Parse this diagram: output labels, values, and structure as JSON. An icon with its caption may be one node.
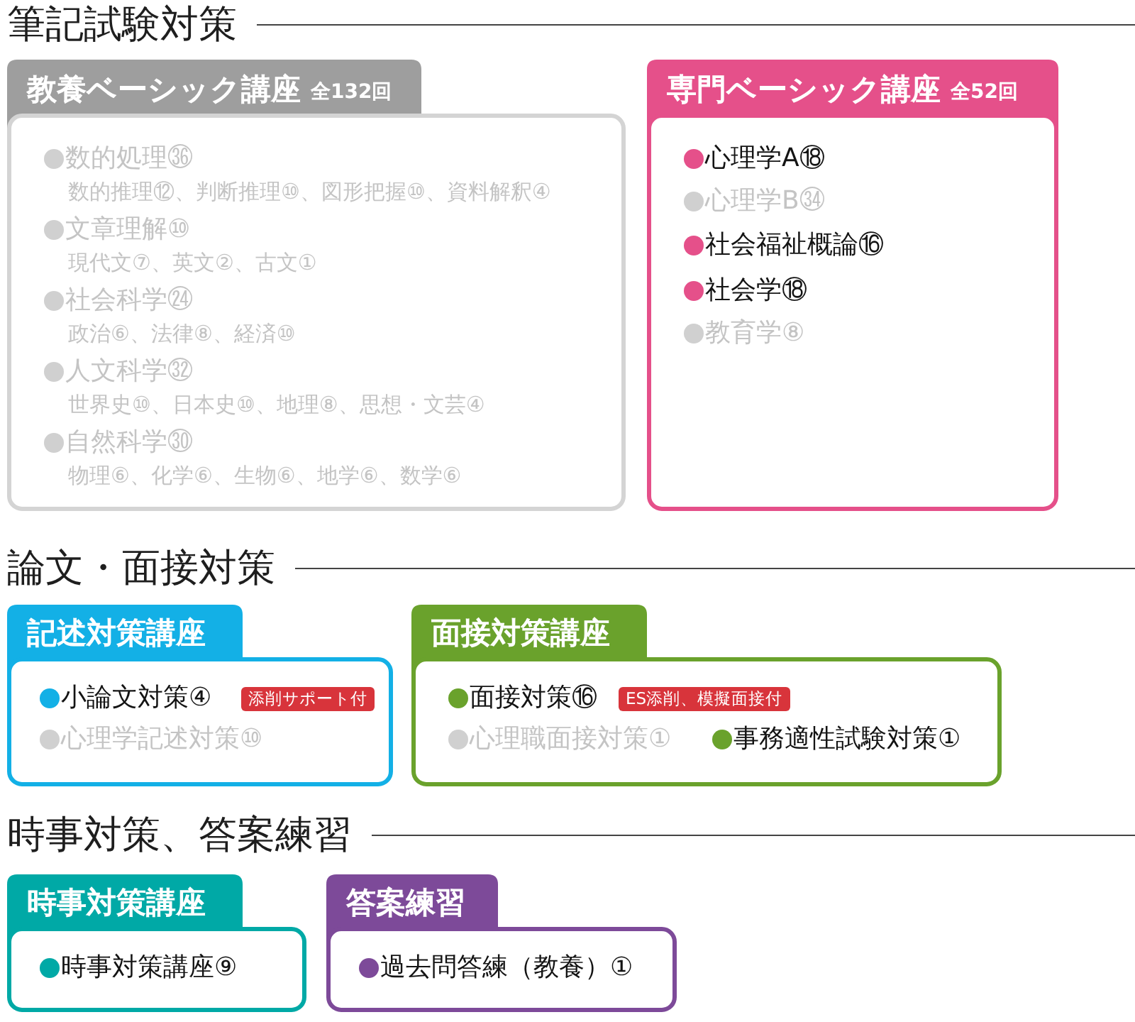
{
  "diagram": {
    "nodes": [
      {
        "text": [
          "教養ベーシック講座",
          "全132回",
          "数的処理㊱",
          "数的推理⑫、判断推理⑩、図形把握⑩、資料解釈④",
          "文章理解⑩",
          "現代文⑦、英文②、古文①",
          "社会科学㉔",
          "政治⑥、法律⑧、経済⑩",
          "人文科学㉜",
          "世界史⑩、日本史⑩、地理⑧、思想・文芸④",
          "自然科学㉚",
          "物理⑥、化学⑥、生物⑥、地学⑥、数学⑥"
        ]
      },
      {
        "text": [
          "専門ベーシック講座",
          "全52回",
          "心理学A⑱",
          "心理学B㉞",
          "社会福祉概論⑯",
          "社会学⑱",
          "教育学⑧"
        ]
      },
      {
        "text": [
          "記述対策講座",
          "小論文対策④",
          "心理学記述対策⑩"
        ]
      },
      {
        "text": [
          "添削サポート付"
        ],
        "in": 2
      },
      {
        "text": [
          "面接対策講座",
          "面接対策⑯",
          "心理職面接対策①",
          "事務適性試験対策①"
        ]
      },
      {
        "text": [
          "ES添削、模擬面接付"
        ],
        "in": 4
      },
      {
        "text": [
          "時事対策講座",
          "時事対策講座⑨"
        ]
      },
      {
        "text": [
          "答案練習",
          "過去問答練（教養）①"
        ]
      }
    ],
    "labels": [
      "筆記試験対策",
      "論文・面接対策",
      "時事対策、答案練習"
    ]
  }
}
